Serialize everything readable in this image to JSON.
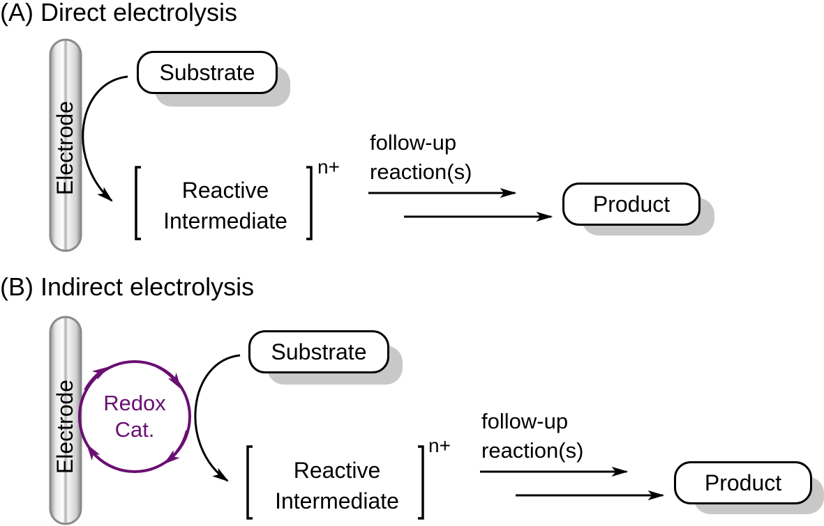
{
  "colors": {
    "ink": "#000000",
    "catalyst": "#6a0f72",
    "shadow": "#c8c8c8",
    "electrode_edge": "#8a8a8a"
  },
  "panel_a": {
    "title": "(A) Direct electrolysis",
    "electrode_label": "Electrode",
    "substrate": "Substrate",
    "intermediate_line1": "Reactive",
    "intermediate_line2": "Intermediate",
    "charge": "n+",
    "condition_line1": "follow-up",
    "condition_line2": "reaction(s)",
    "product": "Product"
  },
  "panel_b": {
    "title": "(B) Indirect electrolysis",
    "electrode_label": "Electrode",
    "catalyst_line1": "Redox",
    "catalyst_line2": "Cat.",
    "substrate": "Substrate",
    "intermediate_line1": "Reactive",
    "intermediate_line2": "Intermediate",
    "charge": "n+",
    "condition_line1": "follow-up",
    "condition_line2": "reaction(s)",
    "product": "Product"
  }
}
